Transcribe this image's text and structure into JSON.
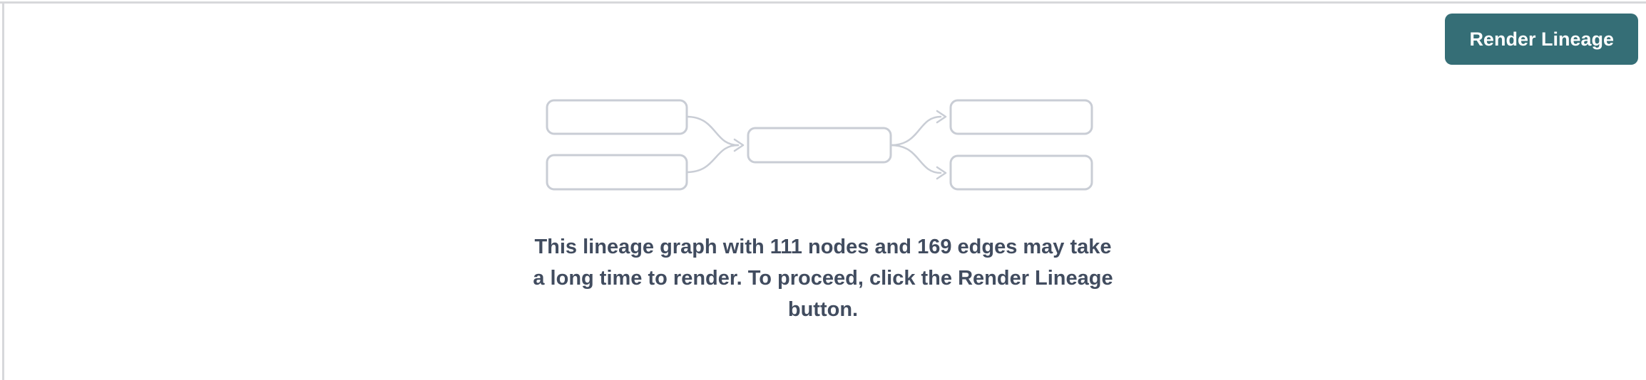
{
  "theme": {
    "background": "#ffffff",
    "panel_border_color": "#d7d8db",
    "button_background": "#356e76",
    "button_text_color": "#ffffff",
    "graph_stroke_color": "#c9cdd5",
    "message_text_color": "#414c5f"
  },
  "toolbar": {
    "render_lineage_label": "Render Lineage"
  },
  "placeholder_graph": {
    "icon": "lineage-graph-placeholder",
    "upstream_nodes": 2,
    "center_nodes": 1,
    "downstream_nodes": 2,
    "edges": 4
  },
  "message": {
    "node_count": "111",
    "edge_count": "169",
    "full_text": "This lineage graph with 111 nodes and 169 edges may take a long time to render. To proceed, click the Render Lineage button.",
    "lines": [
      "This lineage graph with 111 nodes and 169 edges may take",
      "a long time to render. To proceed, click the Render Lineage",
      "button."
    ]
  }
}
